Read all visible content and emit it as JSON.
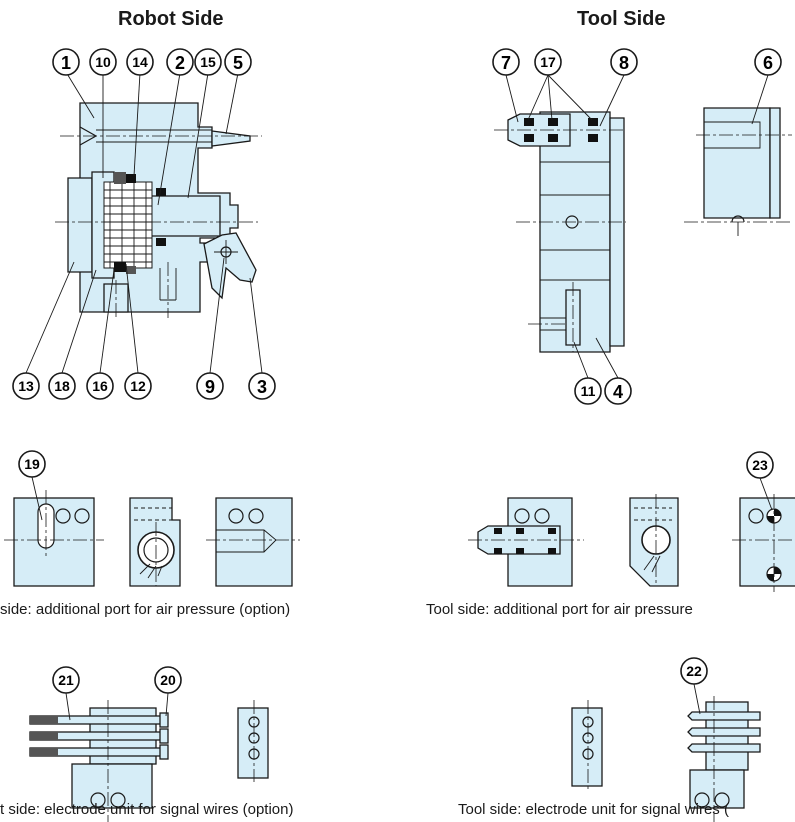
{
  "titles": {
    "robot": "Robot Side",
    "tool": "Tool Side"
  },
  "captions": {
    "robot_air": "side: additional port for air pressure (option)",
    "tool_air": "Tool side: additional port for air pressure",
    "robot_signal": "t side: electrode unit for signal wires (option)",
    "tool_signal": "Tool side: electrode unit for signal wires ("
  },
  "parts": {
    "p1": "1",
    "p2": "2",
    "p3": "3",
    "p4": "4",
    "p5": "5",
    "p6": "6",
    "p7": "7",
    "p8": "8",
    "p9": "9",
    "p10": "10",
    "p11": "11",
    "p12": "12",
    "p13": "13",
    "p14": "14",
    "p15": "15",
    "p16": "16",
    "p17": "17",
    "p18": "18",
    "p19": "19",
    "p20": "20",
    "p21": "21",
    "p22": "22",
    "p23": "23"
  },
  "colors": {
    "fill": "#d6edf7",
    "line": "#1a1a1a",
    "seal": "#111111"
  }
}
